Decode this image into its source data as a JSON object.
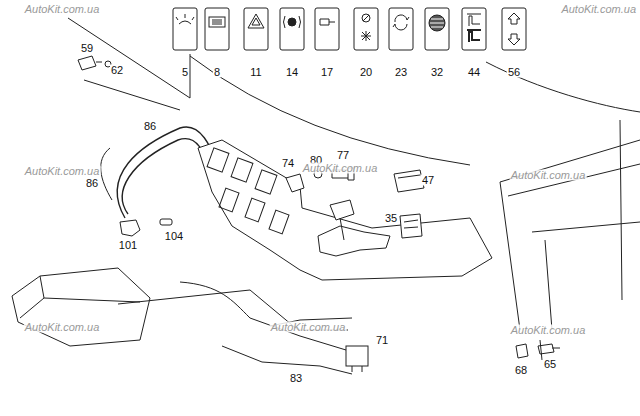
{
  "diagram": {
    "labels": [
      "5",
      "8",
      "11",
      "14",
      "17",
      "20",
      "23",
      "32",
      "44",
      "56",
      "59",
      "62",
      "86",
      "86",
      "74",
      "80",
      "77",
      "47",
      "101",
      "104",
      "35",
      "71",
      "83",
      "68",
      "65",
      "AutoKit.com.ua",
      "AutoKit.com.ua",
      "AutoKit.com.ua",
      "AutoKit.com.ua",
      "AutoKit.com.ua",
      "AutoKit.com.ua",
      "AutoKit.com.ua",
      "AutoKit.com.ua"
    ]
  }
}
